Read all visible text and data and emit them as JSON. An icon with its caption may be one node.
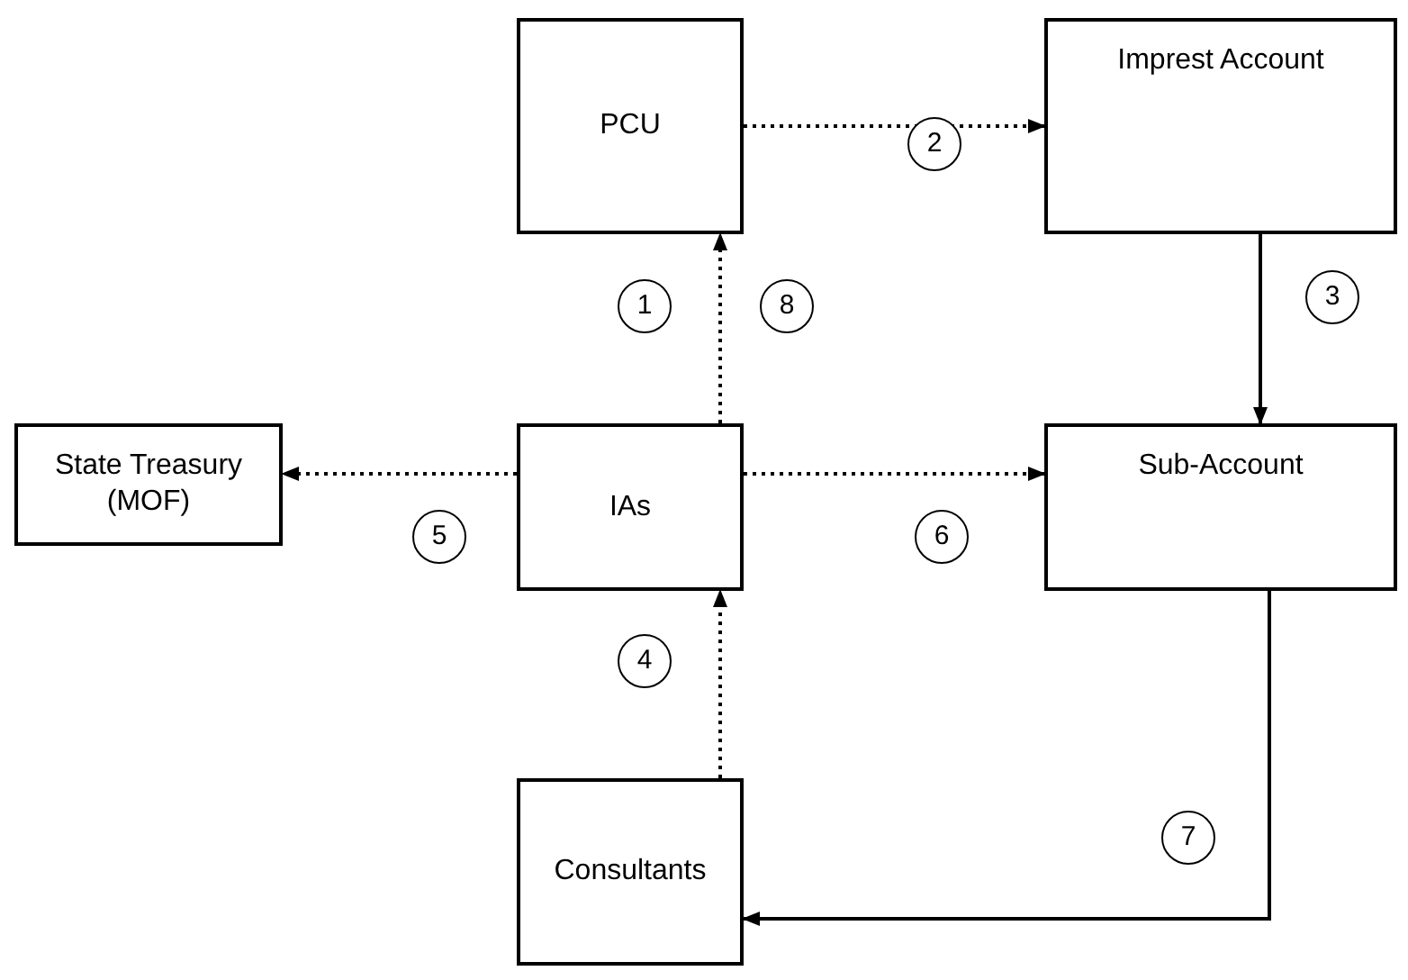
{
  "diagram": {
    "nodes": [
      {
        "text": [
          "PCU"
        ]
      },
      {
        "text": [
          "Imprest Account"
        ]
      },
      {
        "text": [
          "State Treasury (MOF)"
        ]
      },
      {
        "text": [
          "IAs"
        ]
      },
      {
        "text": [
          "Sub-Account"
        ]
      },
      {
        "text": [
          "Consultants"
        ]
      }
    ],
    "edges": [
      {
        "from": 3,
        "to": 0,
        "arrow": "to",
        "style": "dashed"
      },
      {
        "from": 0,
        "to": 1,
        "arrow": "to",
        "style": "dashed"
      },
      {
        "from": 1,
        "to": 4,
        "arrow": "to"
      },
      {
        "from": 3,
        "to": 2,
        "arrow": "to",
        "style": "dashed"
      },
      {
        "from": 3,
        "to": 4,
        "arrow": "to",
        "style": "dashed"
      },
      {
        "from": 5,
        "to": 3,
        "arrow": "to",
        "style": "dashed"
      },
      {
        "from": 4,
        "to": 5,
        "arrow": "to"
      }
    ],
    "labels": [
      "2",
      "1",
      "8",
      "3",
      "5",
      "6",
      "4",
      "7"
    ]
  }
}
